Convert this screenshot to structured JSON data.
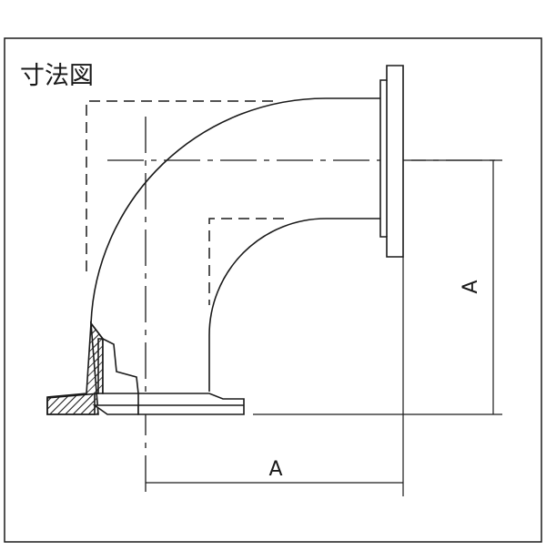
{
  "header": {
    "title": "寸法図"
  },
  "dimensions": {
    "horizontal_label": "A",
    "vertical_label": "A"
  },
  "colors": {
    "line": "#1a1a1a",
    "hatch": "#1a1a1a",
    "background": "#ffffff"
  }
}
